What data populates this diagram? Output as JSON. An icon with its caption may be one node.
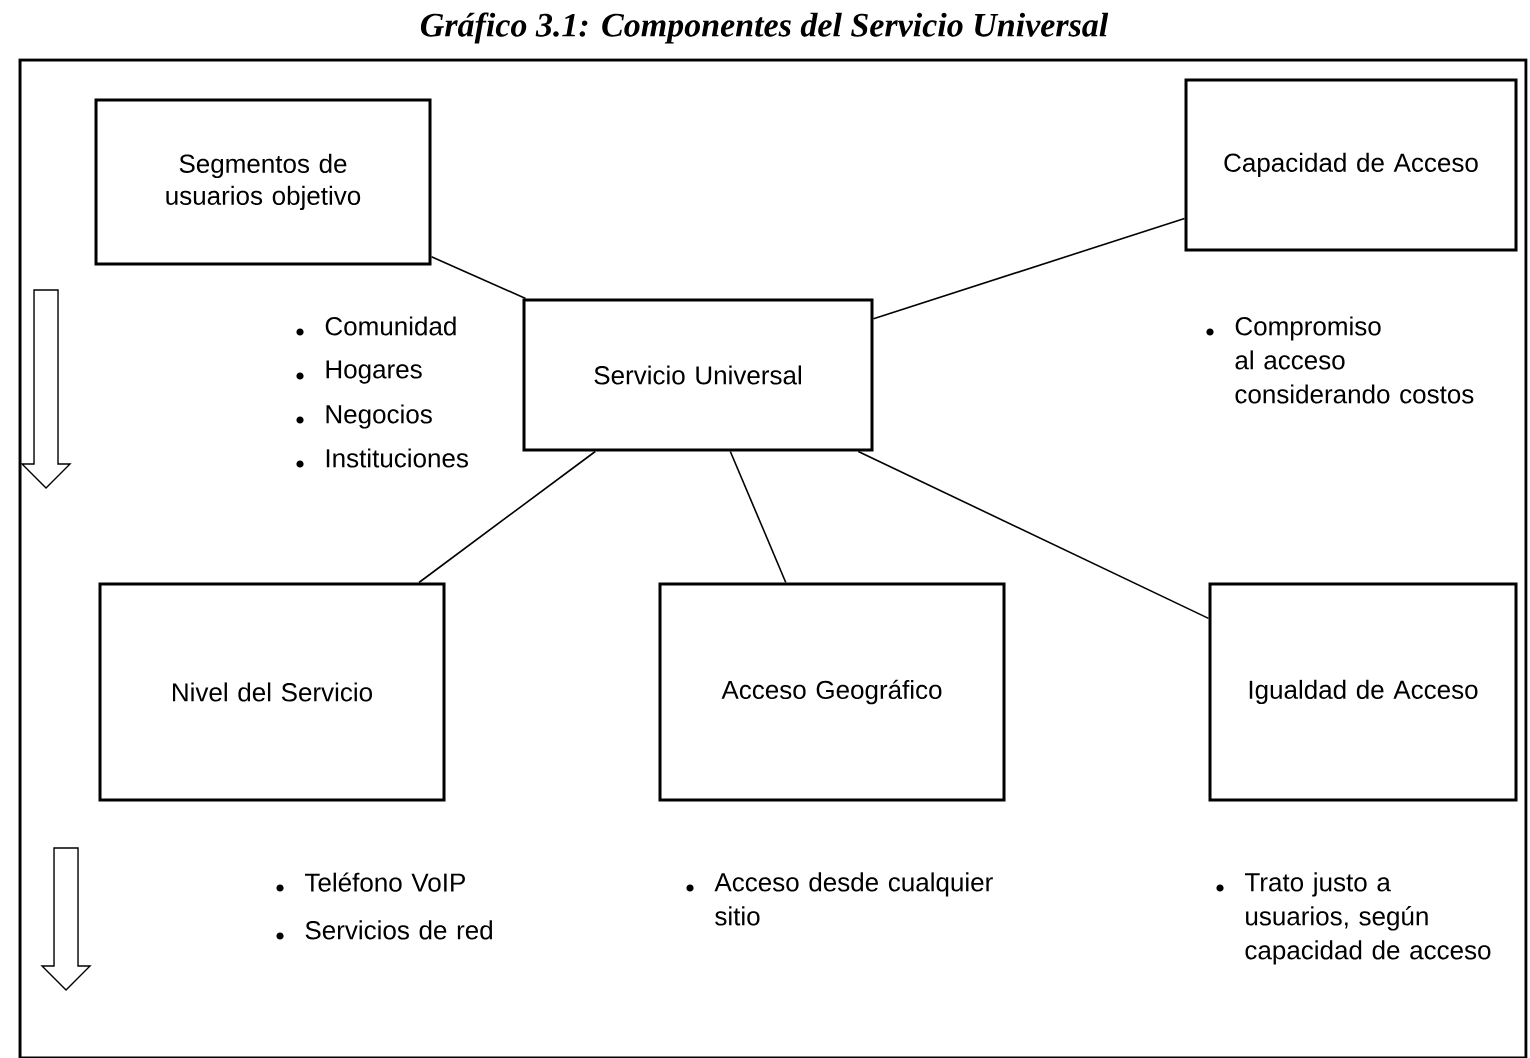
{
  "diagram": {
    "title": "Gráfico 3.1: Componentes del Servicio Universal",
    "nodes": [
      {
        "text": [
          "Segmentos de usuarios objetivo"
        ]
      },
      {
        "text": [
          "Capacidad de Acceso"
        ]
      },
      {
        "text": [
          "Servicio Universal"
        ]
      },
      {
        "text": [
          "Nivel del Servicio"
        ]
      },
      {
        "text": [
          "Acceso Geográfico"
        ]
      },
      {
        "text": [
          "Igualdad de Acceso"
        ]
      }
    ],
    "edges": [
      {
        "from": 0,
        "to": 2,
        "arrow": "none"
      },
      {
        "from": 1,
        "to": 2,
        "arrow": "none"
      },
      {
        "from": 2,
        "to": 3,
        "arrow": "none"
      },
      {
        "from": 2,
        "to": 4,
        "arrow": "none"
      },
      {
        "from": 2,
        "to": 5,
        "arrow": "none"
      }
    ],
    "labels": [
      "Comunidad",
      "Hogares",
      "Negocios",
      "Instituciones",
      "Compromiso al acceso considerando costos",
      "Teléfono VoIP",
      "Servicios de red",
      "Acceso desde cualquier sitio",
      "Trato justo a usuarios, según capacidad de acceso"
    ]
  }
}
